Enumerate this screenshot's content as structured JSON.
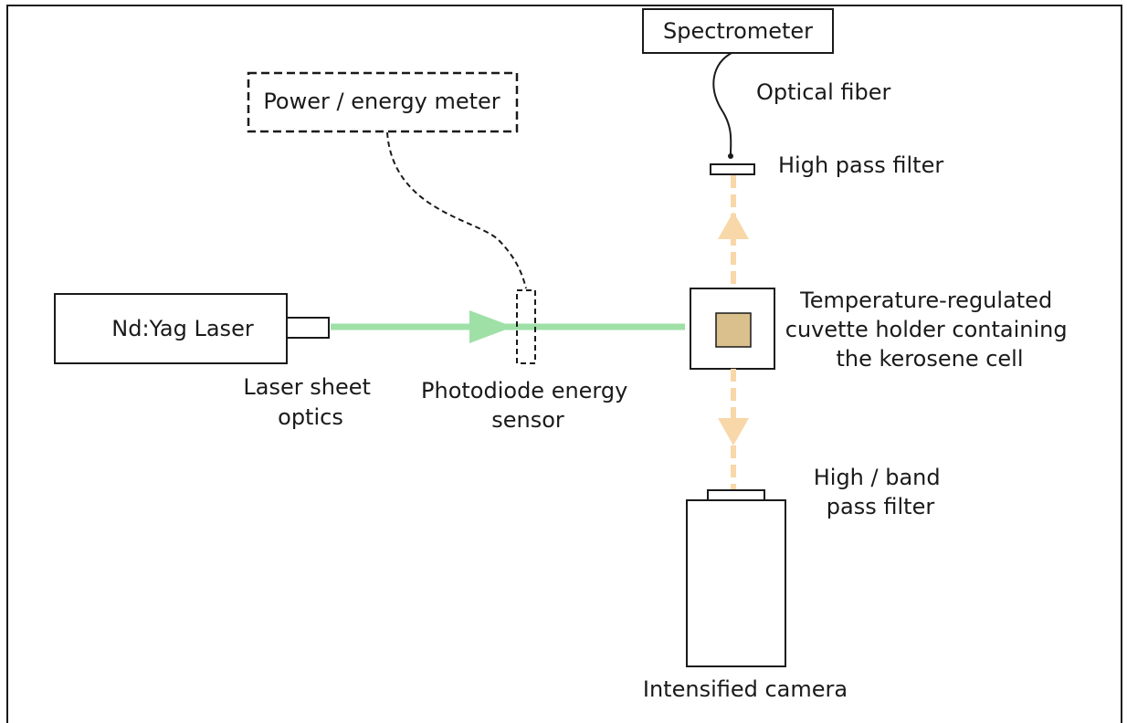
{
  "labels": {
    "spectrometer": "Spectrometer",
    "optical_fiber": "Optical fiber",
    "high_pass_filter": "High pass filter",
    "power_meter": "Power / energy meter",
    "laser": "Nd:Yag Laser",
    "laser_optics": [
      "Laser sheet",
      "optics"
    ],
    "photodiode": [
      "Photodiode energy",
      "sensor"
    ],
    "cuvette": [
      "Temperature-regulated",
      "cuvette holder containing",
      "the kerosene cell"
    ],
    "band_filter": [
      "High / band",
      "pass filter"
    ],
    "camera": "Intensified camera"
  },
  "colors": {
    "laser_beam": "#9fe0a7",
    "emission": "#f8d7a8",
    "kerosene": "#d9c08c",
    "stroke": "#1a1a1a"
  }
}
